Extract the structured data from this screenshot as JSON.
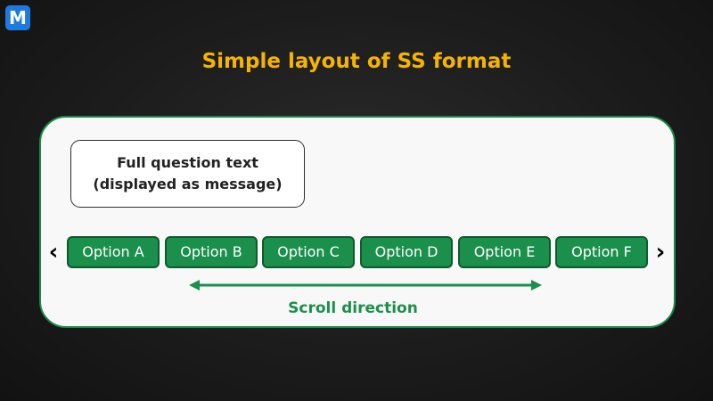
{
  "logo": {
    "letter": "M",
    "color": "#1f7ae0"
  },
  "title": "Simple layout of SS format",
  "question": {
    "line1": "Full question text",
    "line2": "(displayed as message)"
  },
  "options": [
    "Option A",
    "Option B",
    "Option C",
    "Option D",
    "Option E",
    "Option F"
  ],
  "nav": {
    "prev_icon": "chevron-left-icon",
    "next_icon": "chevron-right-icon",
    "prev_glyph": "‹",
    "next_glyph": "›"
  },
  "scroll": {
    "label": "Scroll direction",
    "icon": "double-arrow-icon"
  },
  "colors": {
    "title": "#f5b400",
    "accent_green": "#1b8f4c",
    "card_border": "#1a8a4a",
    "card_bg": "#f7f8f7"
  }
}
